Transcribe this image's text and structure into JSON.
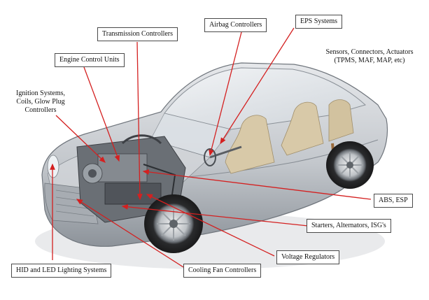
{
  "labels": {
    "transmission": "Transmission Controllers",
    "airbag": "Airbag Controllers",
    "eps": "EPS Systems",
    "engine": "Engine Control Units",
    "sensors_line1": "Sensors, Connectors, Actuators",
    "sensors_line2": "(TPMS, MAF, MAP, etc)",
    "ignition_line1": "Ignition Systems,",
    "ignition_line2": "Coils, Glow Plug",
    "ignition_line3": "Controllers",
    "abs": "ABS, ESP",
    "starters": "Starters, Alternators, ISG's",
    "voltage": "Voltage Regulators",
    "hid": "HID and LED Lighting Systems",
    "cooling": "Cooling Fan Controllers"
  },
  "colors": {
    "arrow": "#d42020",
    "box_border": "#4a4a4a",
    "body_silver": "#c9ccd1",
    "body_shadow": "#8e949b",
    "seat_tan": "#d8c9a8",
    "engine_dark": "#5a5e63",
    "tire": "#2a2b2d"
  }
}
